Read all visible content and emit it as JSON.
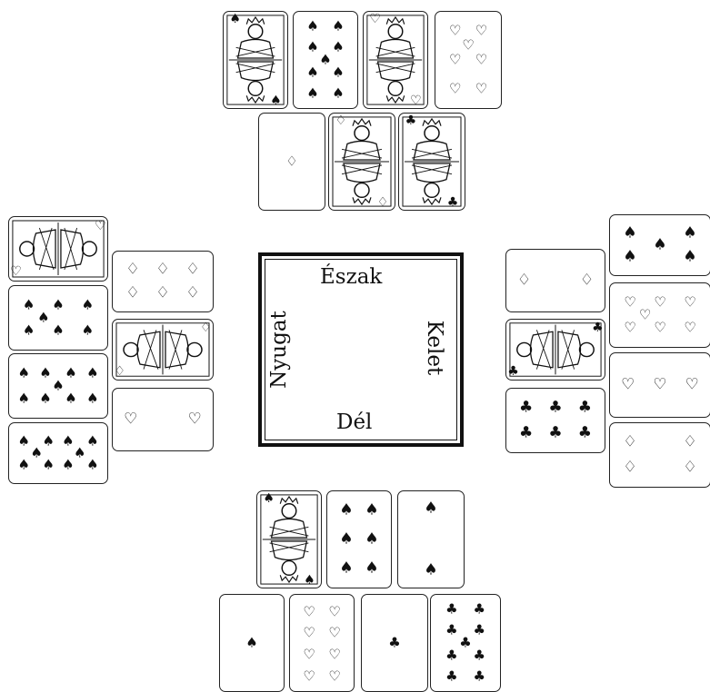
{
  "table": {
    "north_label": "Észak",
    "south_label": "Dél",
    "west_label": "Nyugat",
    "east_label": "Kelet"
  },
  "hands": {
    "north": [
      {
        "suit": "spade",
        "rank": "jack"
      },
      {
        "suit": "spade",
        "rank": "nine"
      },
      {
        "suit": "heart",
        "rank": "queen"
      },
      {
        "suit": "heart",
        "rank": "seven"
      },
      {
        "suit": "diamond",
        "rank": "ace"
      },
      {
        "suit": "diamond",
        "rank": "jack"
      },
      {
        "suit": "club",
        "rank": "king"
      }
    ],
    "west": [
      {
        "suit": "heart",
        "rank": "king"
      },
      {
        "suit": "spade",
        "rank": "seven"
      },
      {
        "suit": "spade",
        "rank": "nine"
      },
      {
        "suit": "spade",
        "rank": "ten"
      },
      {
        "suit": "diamond",
        "rank": "six"
      },
      {
        "suit": "diamond",
        "rank": "queen"
      },
      {
        "suit": "heart",
        "rank": "two"
      }
    ],
    "east": [
      {
        "suit": "spade",
        "rank": "five"
      },
      {
        "suit": "diamond",
        "rank": "two"
      },
      {
        "suit": "heart",
        "rank": "seven"
      },
      {
        "suit": "club",
        "rank": "jack"
      },
      {
        "suit": "heart",
        "rank": "three"
      },
      {
        "suit": "club",
        "rank": "six"
      },
      {
        "suit": "diamond",
        "rank": "four"
      }
    ],
    "south": [
      {
        "suit": "spade",
        "rank": "king"
      },
      {
        "suit": "spade",
        "rank": "six"
      },
      {
        "suit": "spade",
        "rank": "two"
      },
      {
        "suit": "spade",
        "rank": "ace"
      },
      {
        "suit": "heart",
        "rank": "eight"
      },
      {
        "suit": "club",
        "rank": "ace"
      },
      {
        "suit": "club",
        "rank": "nine"
      }
    ]
  },
  "suit_symbols": {
    "spade": "♠",
    "heart": "♡",
    "diamond": "♢",
    "club": "♣"
  }
}
